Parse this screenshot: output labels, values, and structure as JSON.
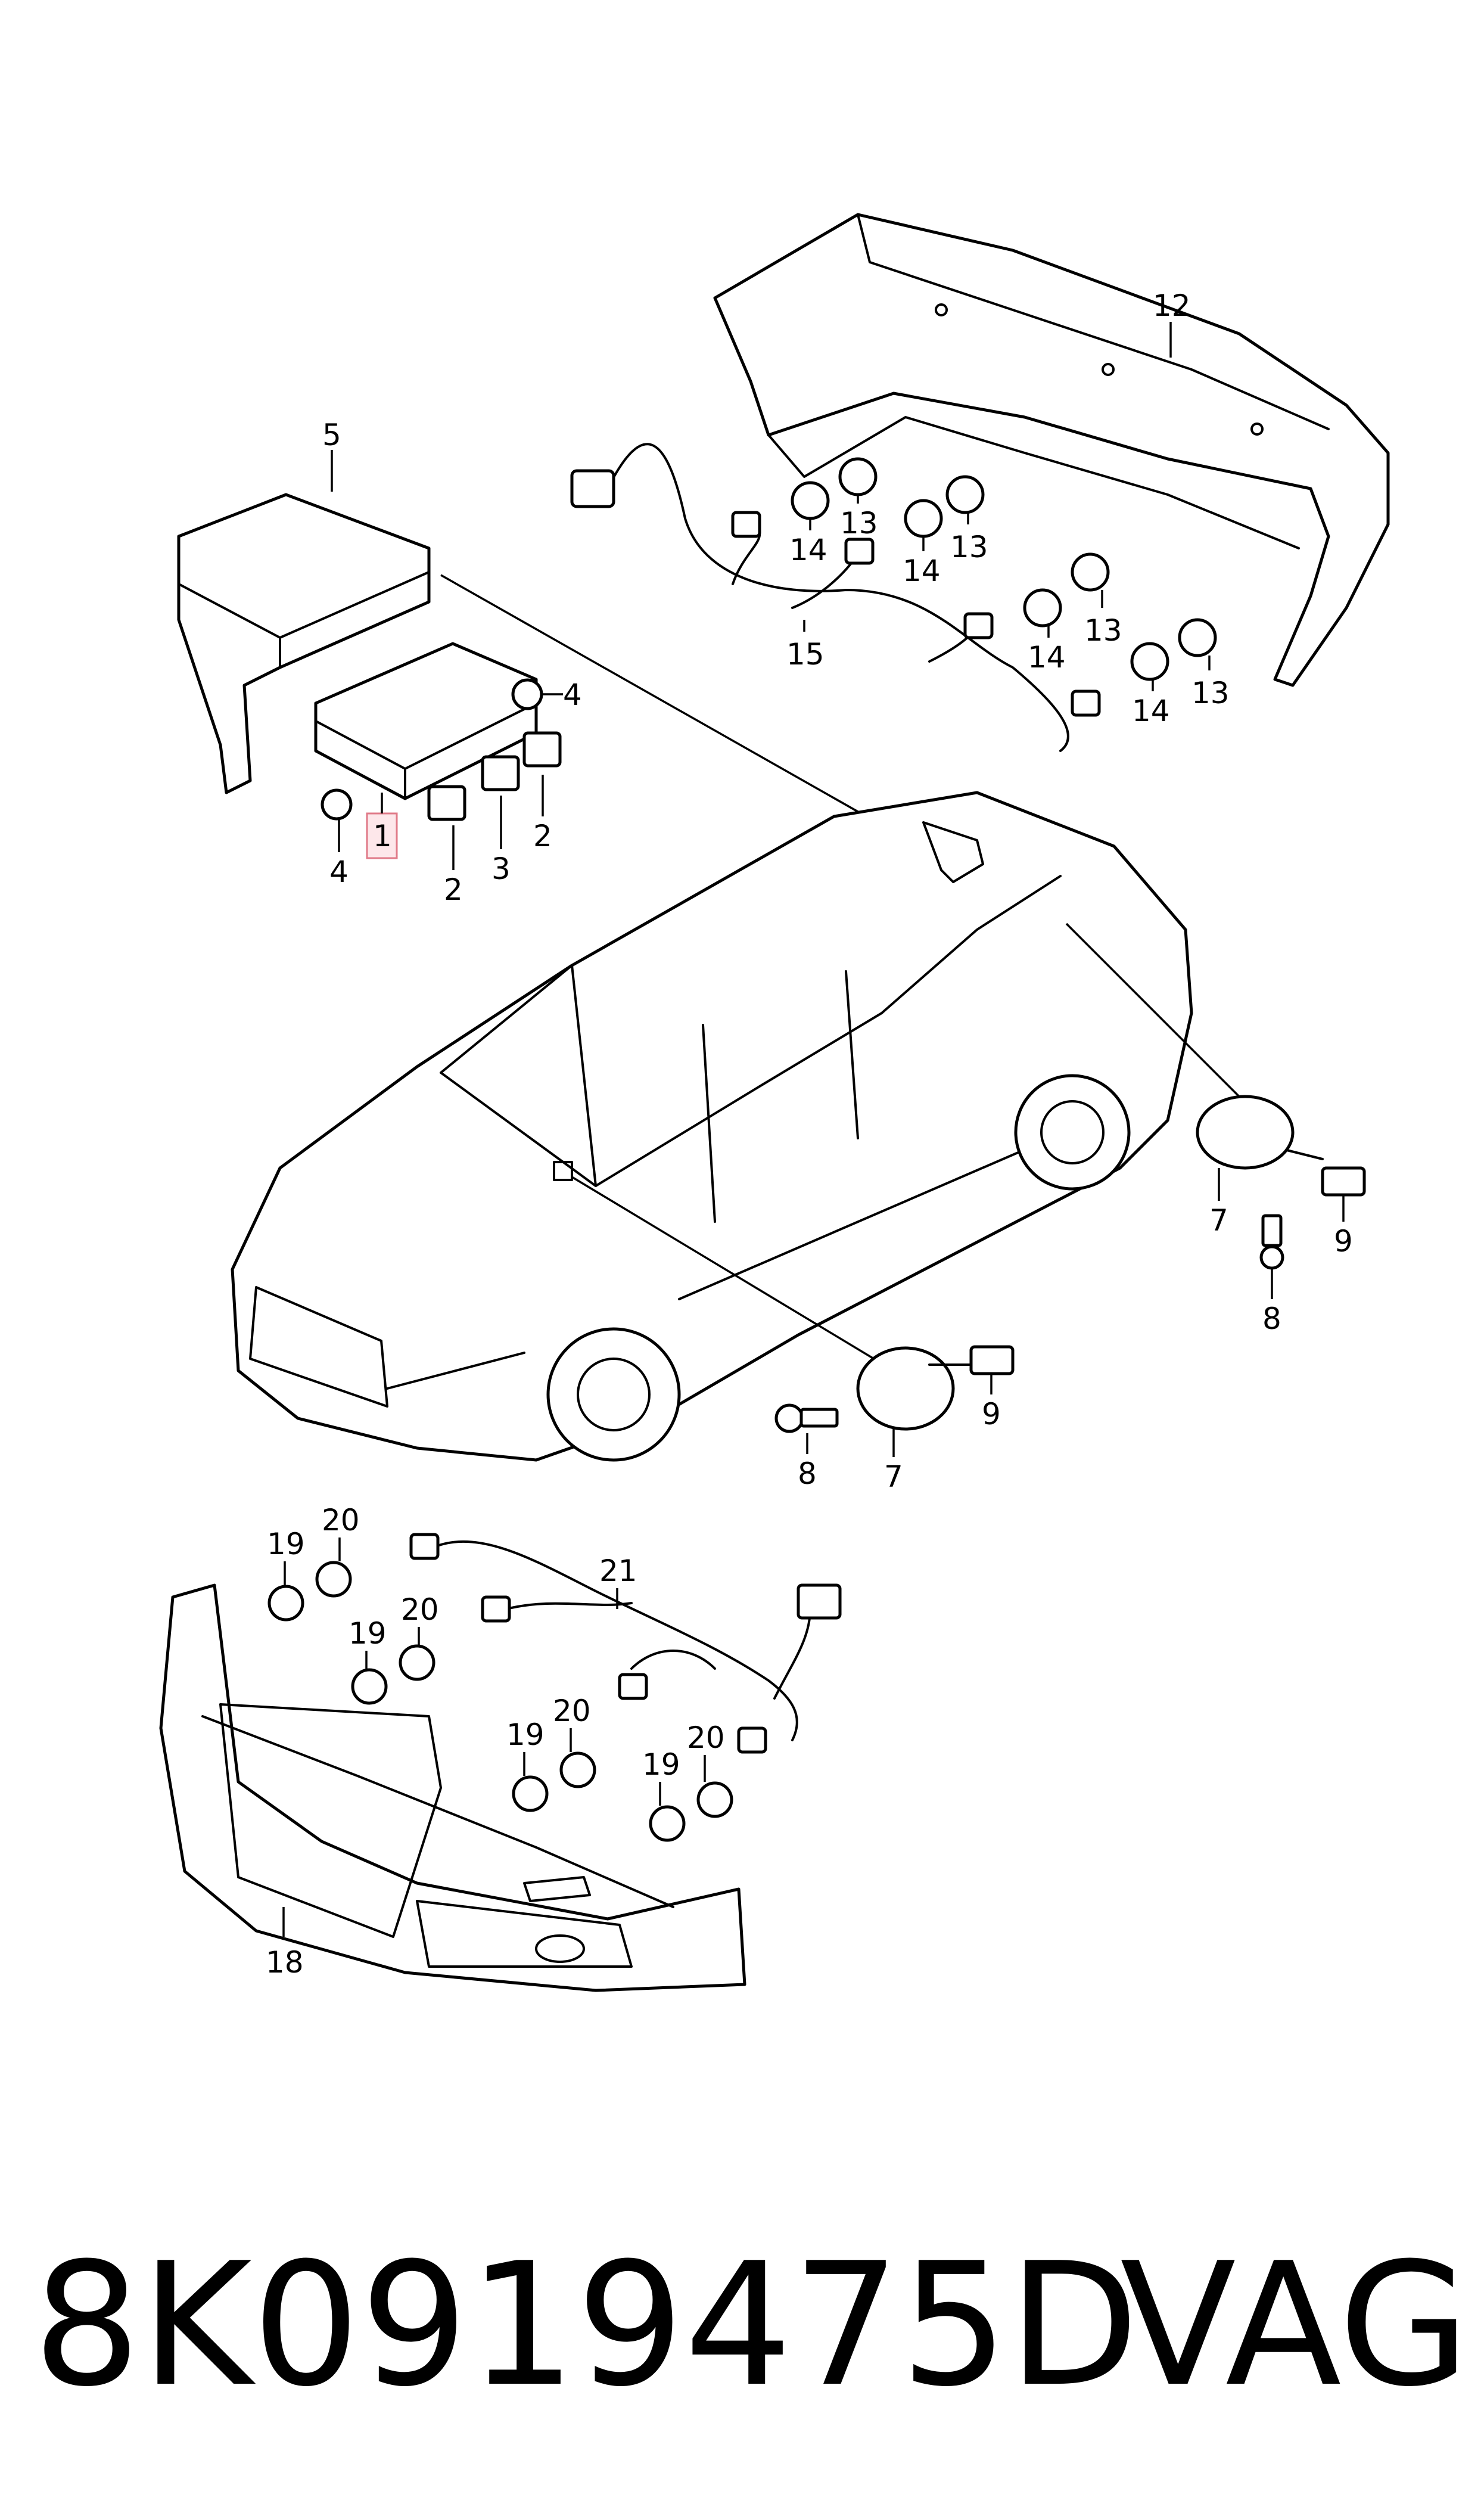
{
  "part_labels": [
    "1",
    "2",
    "2",
    "3",
    "4",
    "4",
    "5",
    "7",
    "7",
    "8",
    "8",
    "9",
    "9",
    "12",
    "13",
    "13",
    "13",
    "13",
    "14",
    "14",
    "14",
    "14",
    "15",
    "18",
    "19",
    "19",
    "19",
    "19",
    "20",
    "20",
    "20",
    "20",
    "21"
  ],
  "highlighted_label": "1",
  "part_number": "8K0919475D",
  "brand": "VAG",
  "highlight_color": "#e07a88"
}
